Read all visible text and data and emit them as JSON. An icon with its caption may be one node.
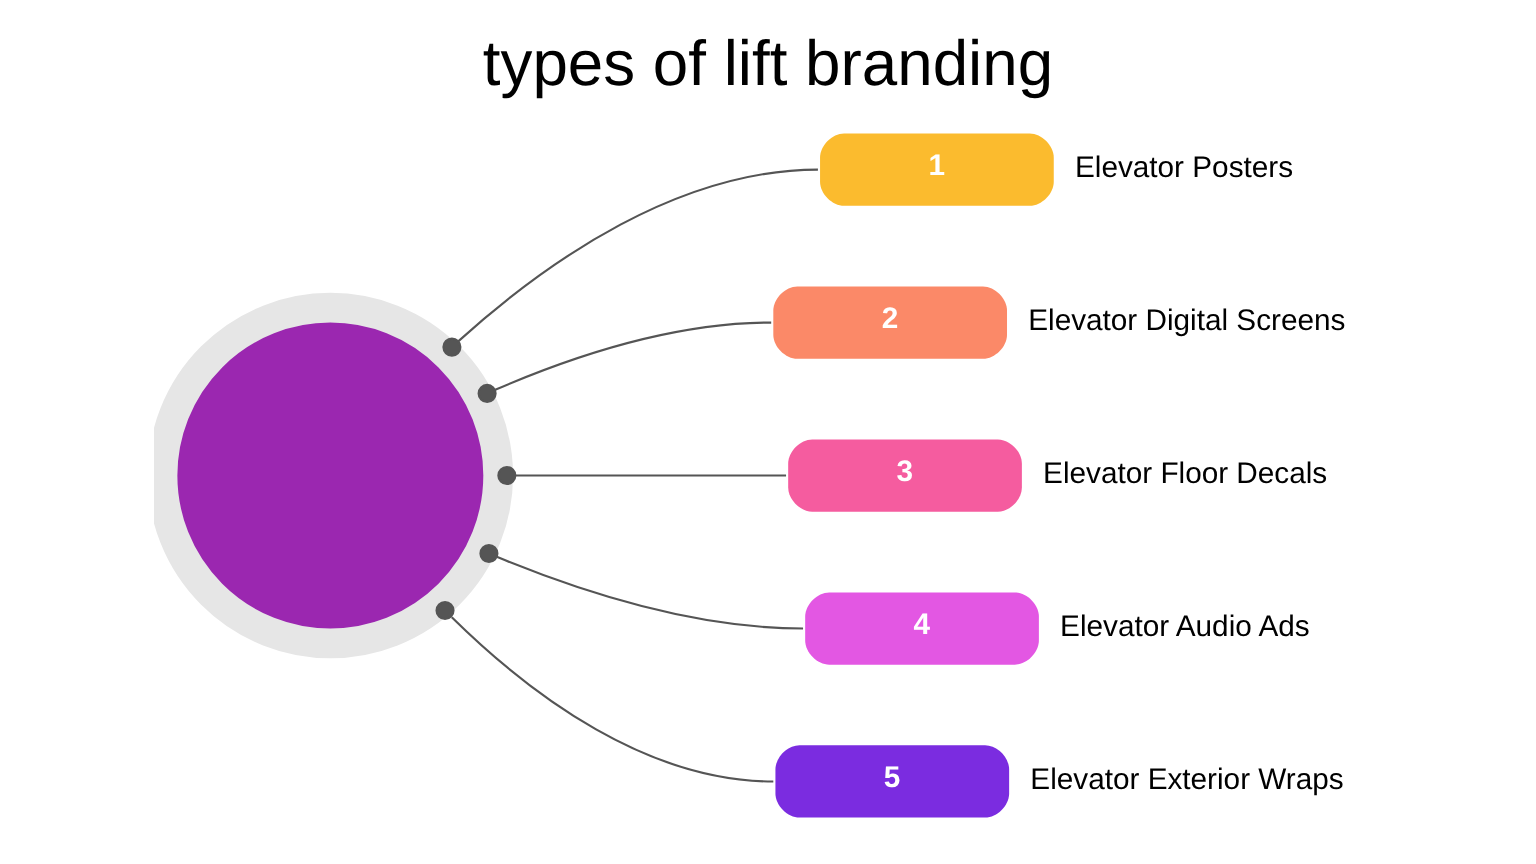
{
  "diagram": {
    "title": "types of lift branding",
    "nodes": [
      {
        "text": [],
        "shape": "circle"
      },
      {
        "text": [
          "1"
        ],
        "beside": [
          "Elevator Posters"
        ]
      },
      {
        "text": [
          "2"
        ],
        "beside": [
          "Elevator Digital Screens"
        ]
      },
      {
        "text": [
          "3"
        ],
        "beside": [
          "Elevator Floor Decals"
        ]
      },
      {
        "text": [
          "4"
        ],
        "beside": [
          "Elevator Audio Ads"
        ]
      },
      {
        "text": [
          "5"
        ],
        "beside": [
          "Elevator Exterior Wraps"
        ]
      }
    ],
    "edges": [
      {
        "from": 0,
        "to": 1,
        "arrow": "other"
      },
      {
        "from": 0,
        "to": 2,
        "arrow": "other"
      },
      {
        "from": 0,
        "to": 3,
        "arrow": "other"
      },
      {
        "from": 0,
        "to": 4,
        "arrow": "other"
      },
      {
        "from": 0,
        "to": 5,
        "arrow": "other"
      }
    ]
  }
}
